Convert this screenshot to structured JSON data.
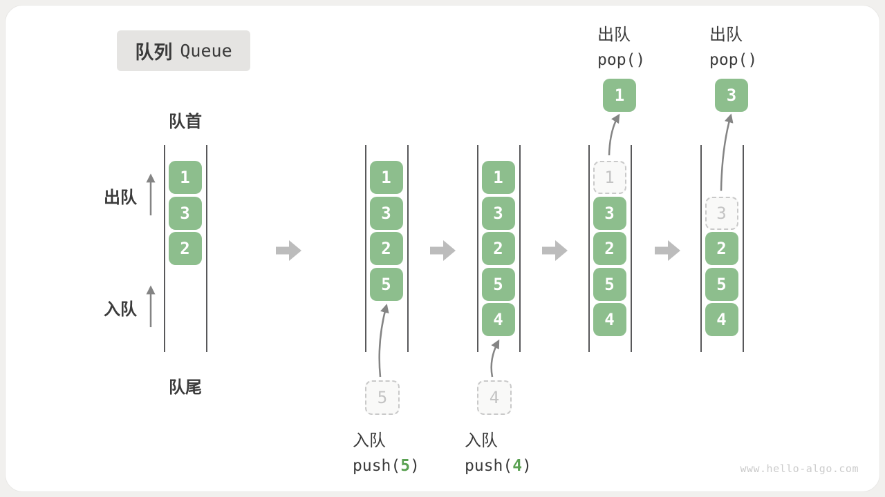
{
  "title": {
    "zh": "队列",
    "en": "Queue"
  },
  "side_labels": {
    "front": "队首",
    "rear": "队尾",
    "dequeue": "出队",
    "enqueue": "入队"
  },
  "watermark": "www.hello-algo.com",
  "colors": {
    "cell_green": "#8dbe8d",
    "arg_green": "#5aa152",
    "wall": "#58585a",
    "thin_arrow": "#848484",
    "block_arrow": "#bcbcbc",
    "text_dark": "#3b3b3b",
    "ghost_border": "#c9c9c9",
    "ghost_text": "#c3c3c3",
    "title_bg": "#e5e4e2",
    "watermark_gray": "#cbcbcb"
  },
  "queues": [
    {
      "cells": [
        {
          "slot": 1,
          "v": "1"
        },
        {
          "slot": 2,
          "v": "3"
        },
        {
          "slot": 3,
          "v": "2"
        }
      ]
    },
    {
      "cells": [
        {
          "slot": 1,
          "v": "1"
        },
        {
          "slot": 2,
          "v": "3"
        },
        {
          "slot": 3,
          "v": "2"
        },
        {
          "slot": 4,
          "v": "5"
        }
      ],
      "incoming": "5",
      "op": {
        "type": "push",
        "zh": "入队",
        "fn_open": "push(",
        "arg": "5",
        "fn_close": ")"
      }
    },
    {
      "cells": [
        {
          "slot": 1,
          "v": "1"
        },
        {
          "slot": 2,
          "v": "3"
        },
        {
          "slot": 3,
          "v": "2"
        },
        {
          "slot": 4,
          "v": "5"
        },
        {
          "slot": 5,
          "v": "4"
        }
      ],
      "incoming": "4",
      "op": {
        "type": "push",
        "zh": "入队",
        "fn_open": "push(",
        "arg": "4",
        "fn_close": ")"
      }
    },
    {
      "cells": [
        {
          "slot": 1,
          "v": "1",
          "ghost": true
        },
        {
          "slot": 2,
          "v": "3"
        },
        {
          "slot": 3,
          "v": "2"
        },
        {
          "slot": 4,
          "v": "5"
        },
        {
          "slot": 5,
          "v": "4"
        }
      ],
      "outgoing": "1",
      "op": {
        "type": "pop",
        "zh": "出队",
        "fn": "pop()"
      }
    },
    {
      "cells": [
        {
          "slot": 2,
          "v": "3",
          "ghost": true
        },
        {
          "slot": 3,
          "v": "2"
        },
        {
          "slot": 4,
          "v": "5"
        },
        {
          "slot": 5,
          "v": "4"
        }
      ],
      "outgoing": "3",
      "op": {
        "type": "pop",
        "zh": "出队",
        "fn": "pop()"
      }
    }
  ]
}
